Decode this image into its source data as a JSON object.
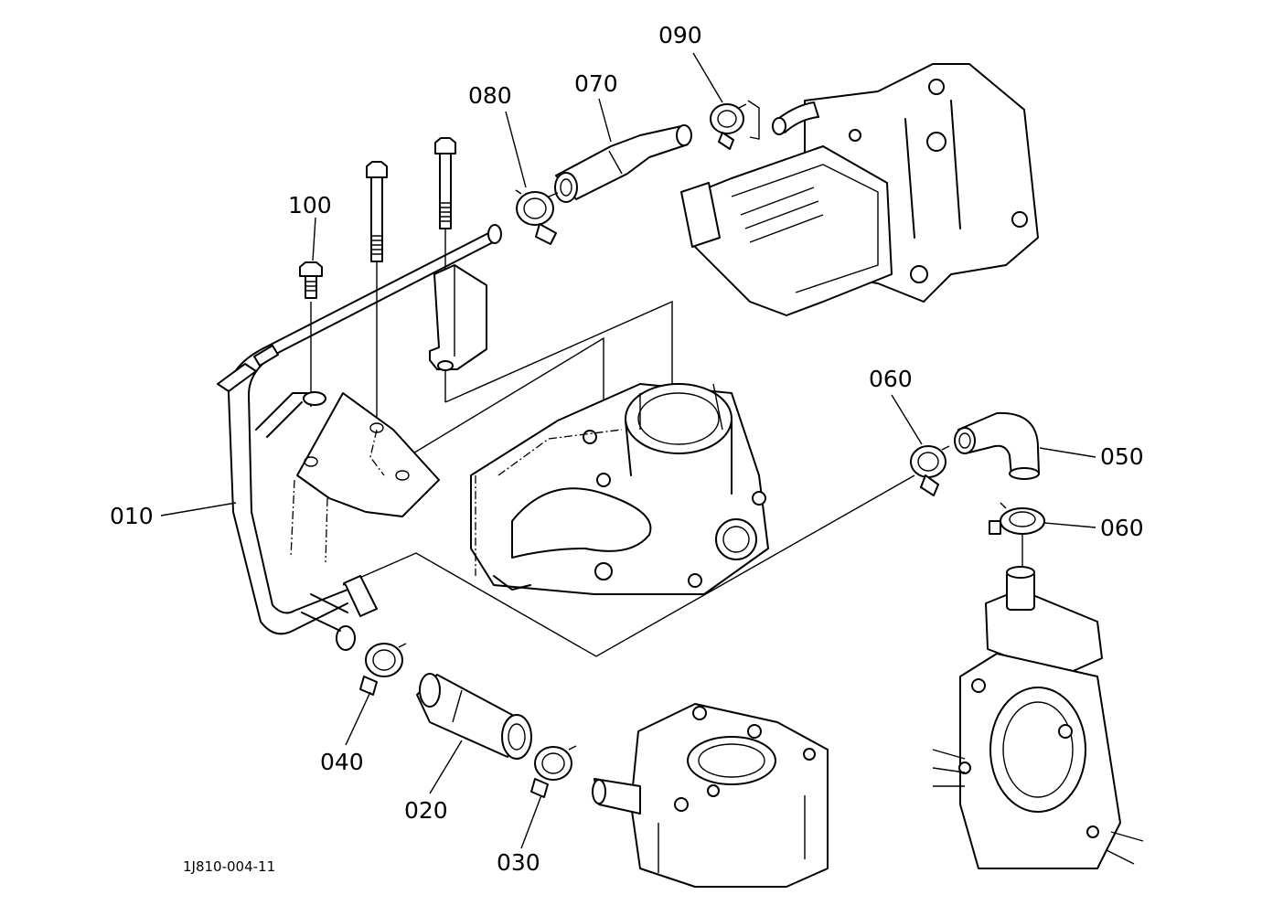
{
  "diagram": {
    "drawing_code": "1J810-004-11",
    "part_labels": {
      "p010": "010",
      "p020": "020",
      "p030": "030",
      "p040": "040",
      "p050": "050",
      "p060a": "060",
      "p060b": "060",
      "p070": "070",
      "p080": "080",
      "p090": "090",
      "p100": "100"
    }
  }
}
